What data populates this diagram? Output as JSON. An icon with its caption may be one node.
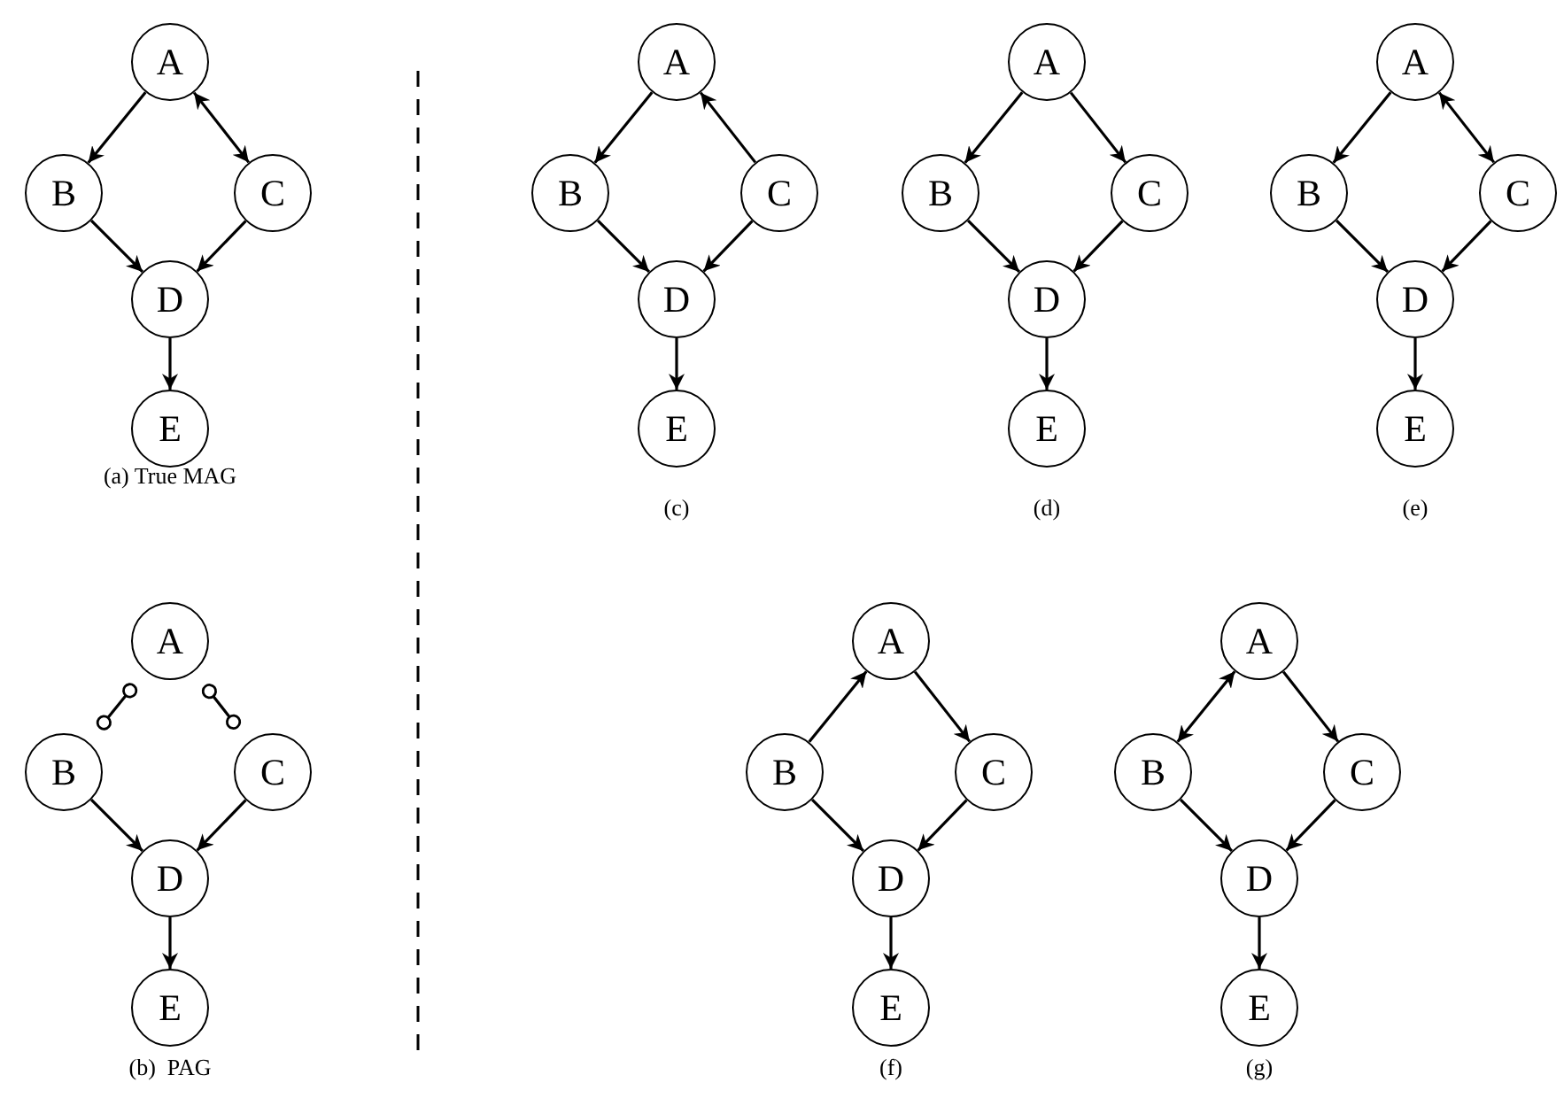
{
  "diagram": {
    "nodes": [
      {
        "text": [
          "A"
        ]
      },
      {
        "text": [
          "B"
        ]
      },
      {
        "text": [
          "C"
        ]
      },
      {
        "text": [
          "D"
        ]
      },
      {
        "text": [
          "E"
        ]
      },
      {
        "text": [
          "A"
        ]
      },
      {
        "text": [
          "B"
        ]
      },
      {
        "text": [
          "C"
        ]
      },
      {
        "text": [
          "D"
        ]
      },
      {
        "text": [
          "E"
        ]
      },
      {
        "text": [
          "A"
        ]
      },
      {
        "text": [
          "B"
        ]
      },
      {
        "text": [
          "C"
        ]
      },
      {
        "text": [
          "D"
        ]
      },
      {
        "text": [
          "E"
        ]
      },
      {
        "text": [
          "A"
        ]
      },
      {
        "text": [
          "B"
        ]
      },
      {
        "text": [
          "C"
        ]
      },
      {
        "text": [
          "D"
        ]
      },
      {
        "text": [
          "E"
        ]
      },
      {
        "text": [
          "A"
        ]
      },
      {
        "text": [
          "B"
        ]
      },
      {
        "text": [
          "C"
        ]
      },
      {
        "text": [
          "D"
        ]
      },
      {
        "text": [
          "E"
        ]
      },
      {
        "text": [
          "A"
        ]
      },
      {
        "text": [
          "B"
        ]
      },
      {
        "text": [
          "C"
        ]
      },
      {
        "text": [
          "D"
        ]
      },
      {
        "text": [
          "E"
        ]
      },
      {
        "text": [
          "A"
        ]
      },
      {
        "text": [
          "B"
        ]
      },
      {
        "text": [
          "C"
        ]
      },
      {
        "text": [
          "D"
        ]
      },
      {
        "text": [
          "E"
        ]
      }
    ],
    "edges": [
      {
        "from": 0,
        "to": 1,
        "arrow": "to"
      },
      {
        "from": 0,
        "to": 2,
        "arrow": "both"
      },
      {
        "from": 1,
        "to": 3,
        "arrow": "to"
      },
      {
        "from": 2,
        "to": 3,
        "arrow": "to"
      },
      {
        "from": 3,
        "to": 4,
        "arrow": "to"
      },
      {
        "from": 5,
        "to": 6,
        "arrow": "to"
      },
      {
        "from": 7,
        "to": 5,
        "arrow": "to"
      },
      {
        "from": 6,
        "to": 8,
        "arrow": "to"
      },
      {
        "from": 7,
        "to": 8,
        "arrow": "to"
      },
      {
        "from": 8,
        "to": 9,
        "arrow": "to"
      },
      {
        "from": 10,
        "to": 11,
        "arrow": "to"
      },
      {
        "from": 10,
        "to": 12,
        "arrow": "to"
      },
      {
        "from": 11,
        "to": 13,
        "arrow": "to"
      },
      {
        "from": 12,
        "to": 13,
        "arrow": "to"
      },
      {
        "from": 13,
        "to": 14,
        "arrow": "to"
      },
      {
        "from": 15,
        "to": 16,
        "arrow": "to"
      },
      {
        "from": 15,
        "to": 17,
        "arrow": "both"
      },
      {
        "from": 16,
        "to": 18,
        "arrow": "to"
      },
      {
        "from": 17,
        "to": 18,
        "arrow": "to"
      },
      {
        "from": 18,
        "to": 19,
        "arrow": "to"
      },
      {
        "from": 20,
        "to": 21,
        "arrow": "other"
      },
      {
        "from": 20,
        "to": 22,
        "arrow": "other"
      },
      {
        "from": 21,
        "to": 23,
        "arrow": "to"
      },
      {
        "from": 22,
        "to": 23,
        "arrow": "to"
      },
      {
        "from": 23,
        "to": 24,
        "arrow": "to"
      },
      {
        "from": 26,
        "to": 25,
        "arrow": "to"
      },
      {
        "from": 25,
        "to": 27,
        "arrow": "to"
      },
      {
        "from": 26,
        "to": 28,
        "arrow": "to"
      },
      {
        "from": 27,
        "to": 28,
        "arrow": "to"
      },
      {
        "from": 28,
        "to": 29,
        "arrow": "to"
      },
      {
        "from": 30,
        "to": 31,
        "arrow": "both"
      },
      {
        "from": 30,
        "to": 32,
        "arrow": "to"
      },
      {
        "from": 31,
        "to": 33,
        "arrow": "to"
      },
      {
        "from": 32,
        "to": 33,
        "arrow": "to"
      },
      {
        "from": 33,
        "to": 34,
        "arrow": "to"
      }
    ],
    "labels": [
      "(a) True MAG",
      "(c)",
      "(d)",
      "(e)",
      "(b)  PAG",
      "(f)",
      "(g)"
    ]
  }
}
